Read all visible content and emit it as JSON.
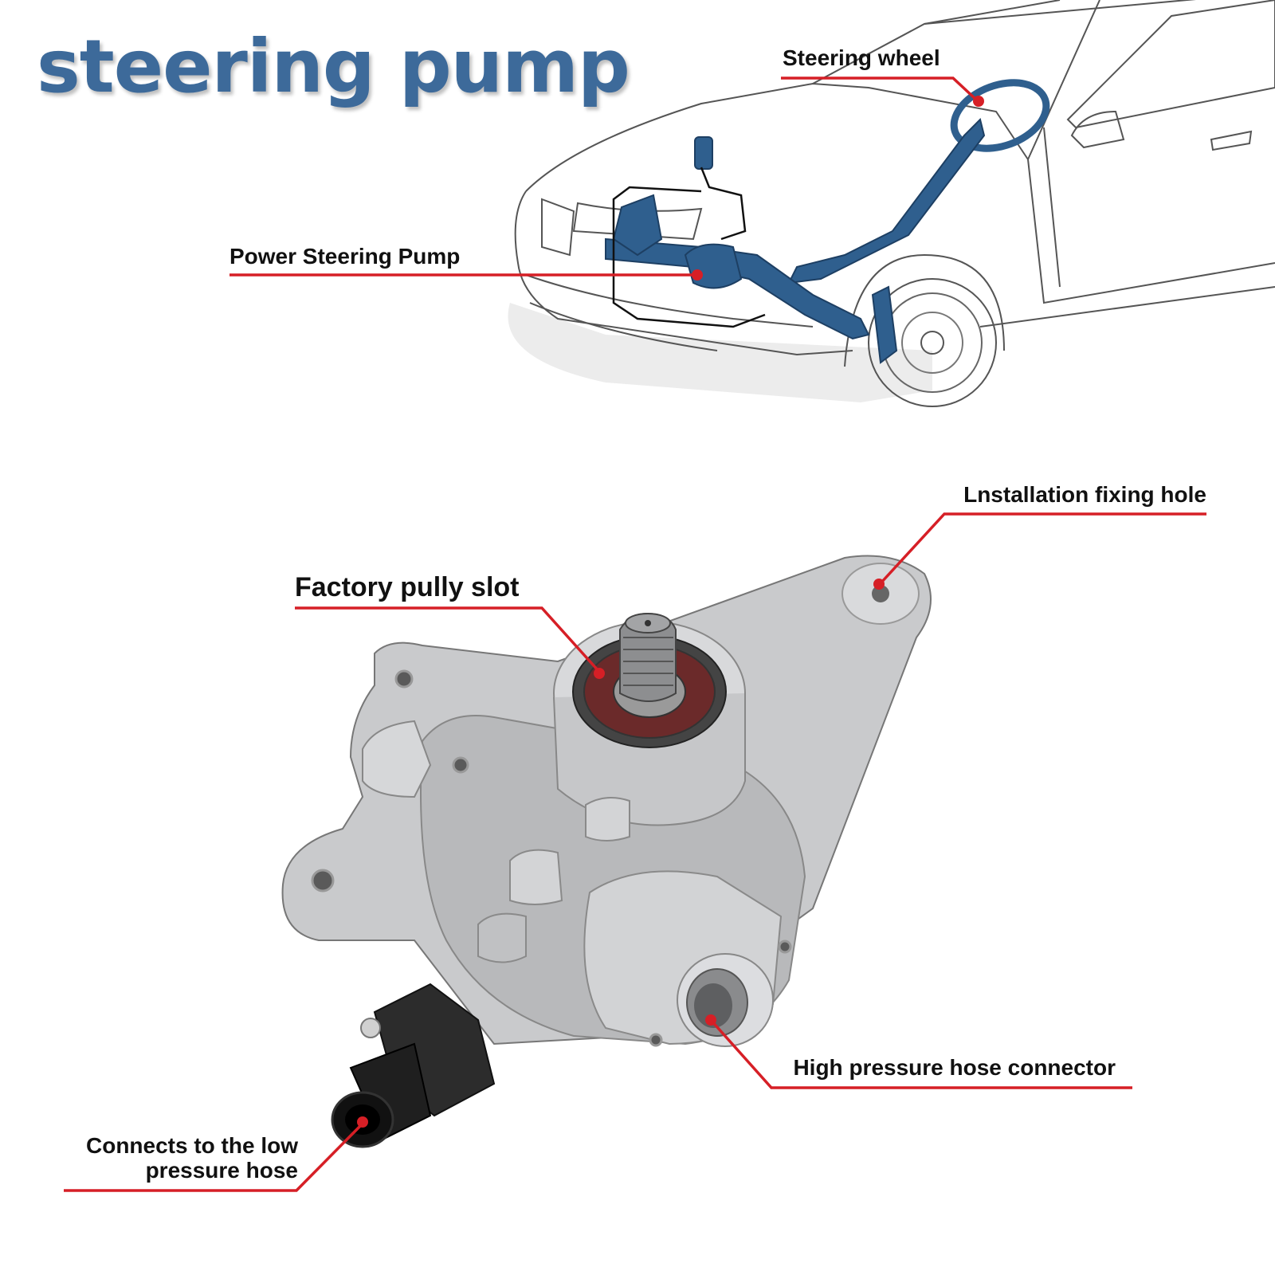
{
  "title": "steering pump",
  "colors": {
    "title": "#3d6a9a",
    "leader_line": "#d61f26",
    "highlight_blue": "#2f5f8e",
    "pump_metal": "#c9cacc",
    "outline": "#333333"
  },
  "callouts": {
    "steering_wheel": "Steering wheel",
    "power_steering_pump": "Power Steering Pump",
    "installation_hole": "Lnstallation fixing hole",
    "factory_pully_slot": "Factory pully slot",
    "high_pressure": "High pressure hose connector",
    "low_pressure_line1": "Connects to the low",
    "low_pressure_line2": "pressure hose"
  },
  "illustrations": {
    "top": "car-line-drawing-with-steering-system",
    "bottom": "power-steering-pump-photo"
  }
}
